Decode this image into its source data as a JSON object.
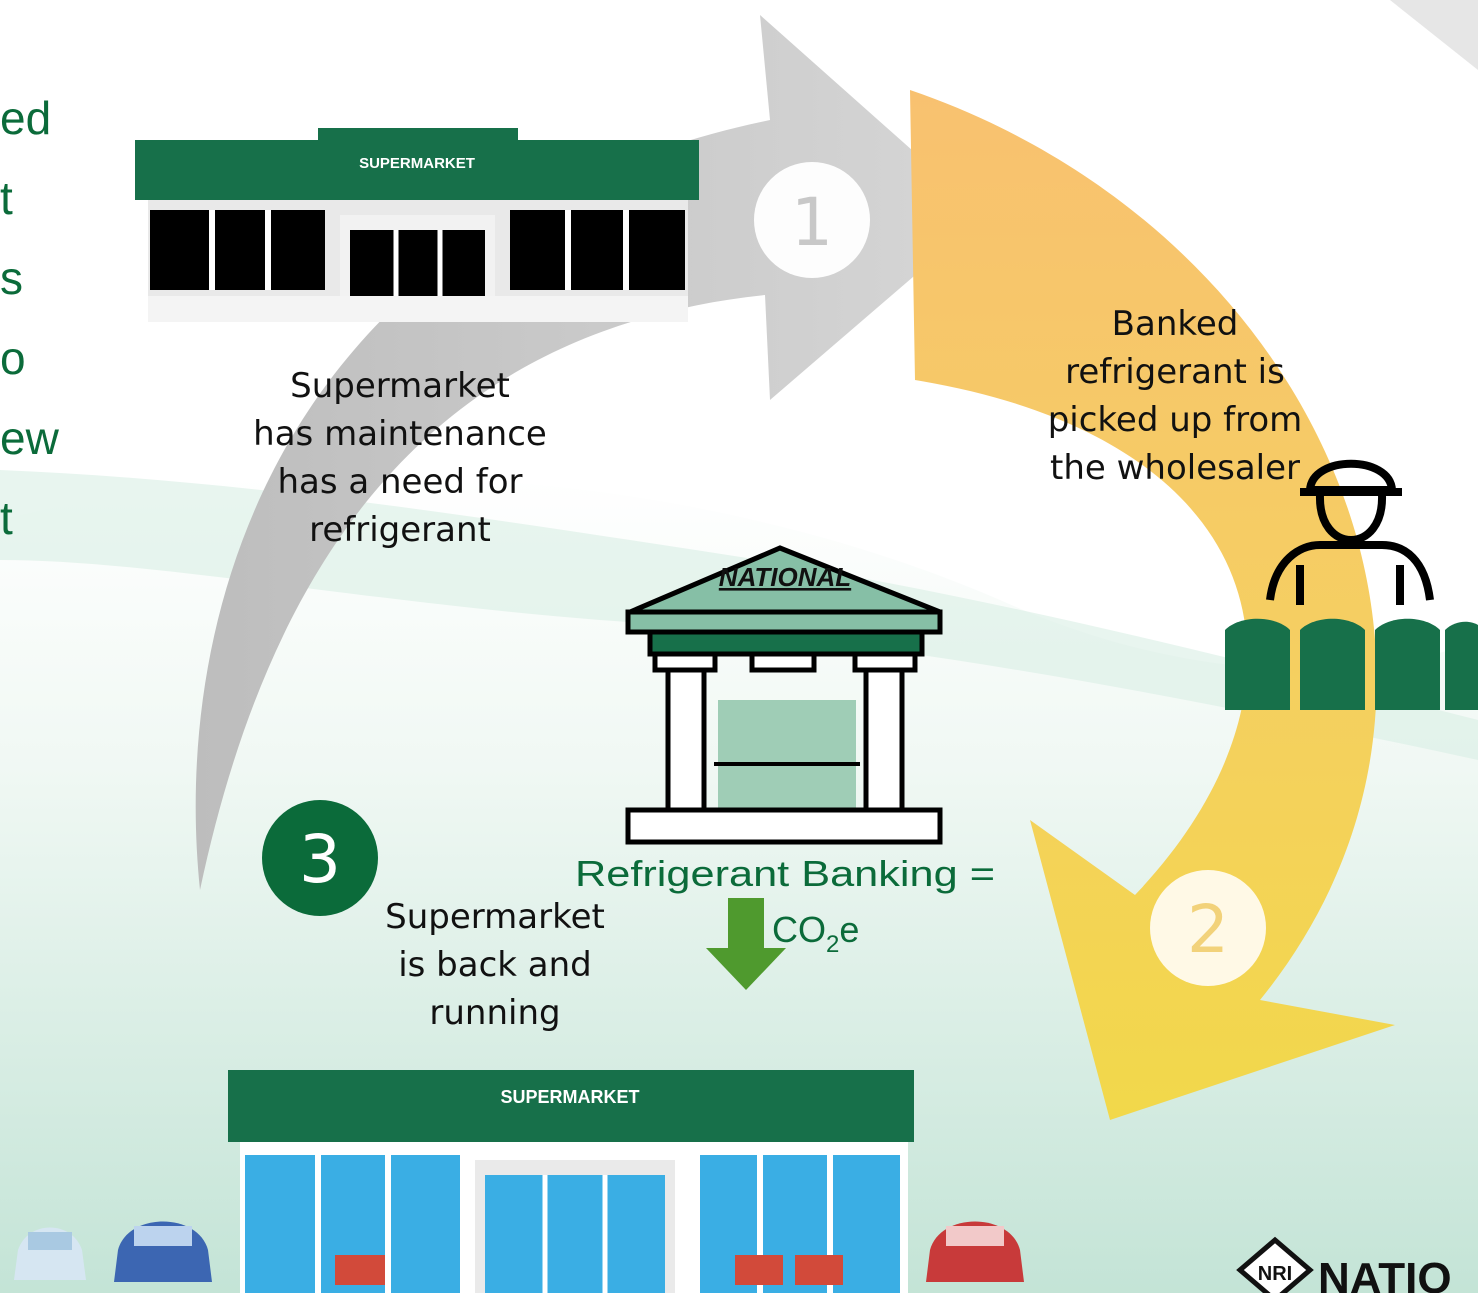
{
  "left_fragments": [
    "ed",
    "t",
    "s",
    "o",
    "ew",
    "t"
  ],
  "steps": {
    "one": {
      "number": "1",
      "text": "Supermarket\nhas maintenance\nhas a need for\nrefrigerant"
    },
    "two": {
      "number": "2",
      "text": "Banked\nrefrigerant is\npicked up from\nthe wholesaler"
    },
    "three": {
      "number": "3",
      "text": "Supermarket\nis back and\nrunning"
    }
  },
  "store_sign": "SUPERMARKET",
  "bank_name": "NATIONAL",
  "banking_label": "Refrigerant Banking =",
  "co2_label": {
    "main": "CO",
    "sub": "2",
    "tail": "e"
  },
  "logo_badge": "NRI",
  "logo_text": "NATIO",
  "colors": {
    "green_dark": "#0b6b3a",
    "green_store": "#17704a",
    "arrow_gray": "#c9c9c9",
    "arrow_orange": "#f6c56b",
    "arrow_yellow": "#f3d24a",
    "down_arrow": "#4f9a2e",
    "teal": "#86bfa6"
  }
}
